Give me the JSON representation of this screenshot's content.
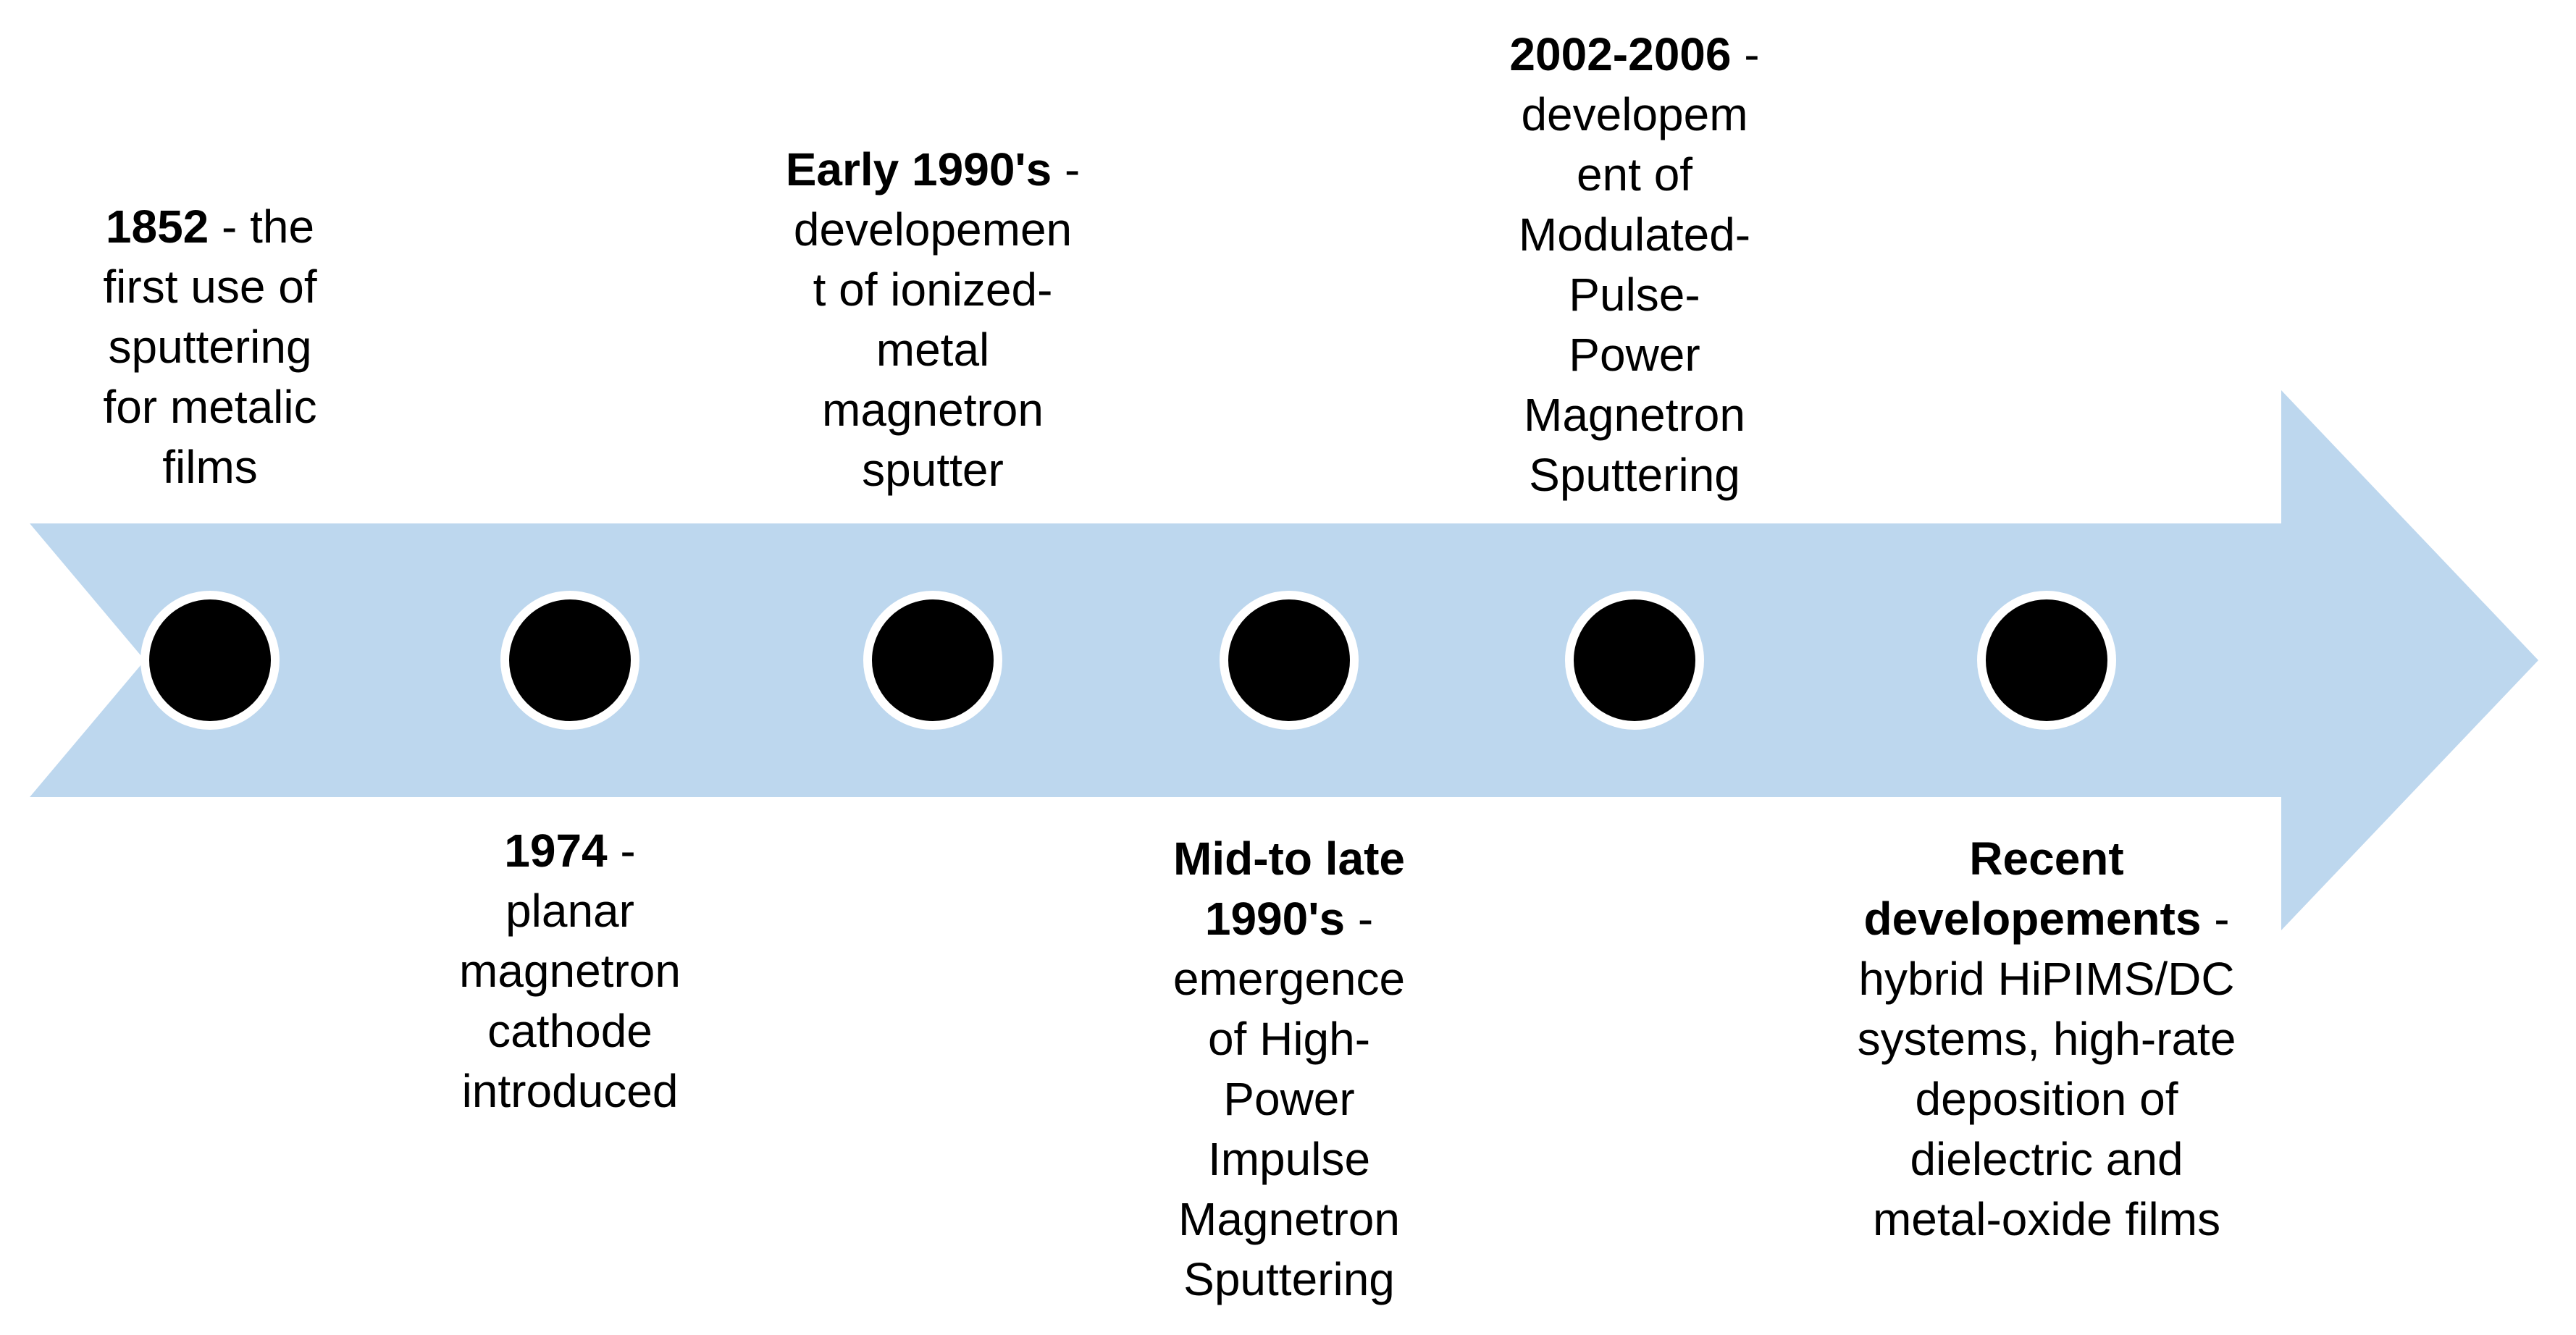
{
  "diagram": {
    "type": "timeline",
    "subject": "history of sputtering / magnetron sputtering development",
    "colors": {
      "background": "#FFFFFF",
      "arrow_fill": "#BDD7EE",
      "marker_fill": "#000000",
      "marker_border": "#FFFFFF",
      "text": "#000000"
    },
    "events": [
      {
        "id": 1,
        "side": "above",
        "title": "1852",
        "description": "the first use of sputtering for metalic films",
        "lines": [
          "**1852** - the",
          "first use of",
          "sputtering",
          "for metalic",
          "films"
        ]
      },
      {
        "id": 2,
        "side": "below",
        "title": "1974",
        "description": "planar magnetron cathode introduced",
        "lines": [
          "**1974** -",
          "planar",
          "magnetron",
          "cathode",
          "introduced"
        ]
      },
      {
        "id": 3,
        "side": "above",
        "title": "Early 1990's",
        "description": "developement of ionized-metal magnetron sputter",
        "lines": [
          "**Early 1990's** -",
          "developemen",
          "t of ionized-",
          "metal",
          "magnetron",
          "sputter"
        ]
      },
      {
        "id": 4,
        "side": "below",
        "title": "Mid-to late 1990's",
        "description": "emergence of High-Power Impulse Magnetron Sputtering",
        "lines": [
          "**Mid-to late**",
          "**1990's** -",
          "emergence",
          "of High-",
          "Power",
          "Impulse",
          "Magnetron",
          "Sputtering"
        ]
      },
      {
        "id": 5,
        "side": "above",
        "title": "2002-2006",
        "description": "developement of Modulated-Pulse-Power Magnetron Sputtering",
        "lines": [
          "**2002-2006** -",
          "developem",
          "ent of",
          "Modulated-",
          "Pulse-",
          "Power",
          "Magnetron",
          "Sputtering"
        ]
      },
      {
        "id": 6,
        "side": "below",
        "title": "Recent developements",
        "description": "hybrid HiPIMS/DC systems, high-rate deposition of dielectric and metal-oxide films",
        "lines": [
          "**Recent**",
          "**developements** -",
          "hybrid HiPIMS/DC",
          "systems, high-rate",
          "deposition of",
          "dielectric and",
          "metal-oxide films"
        ]
      }
    ]
  }
}
